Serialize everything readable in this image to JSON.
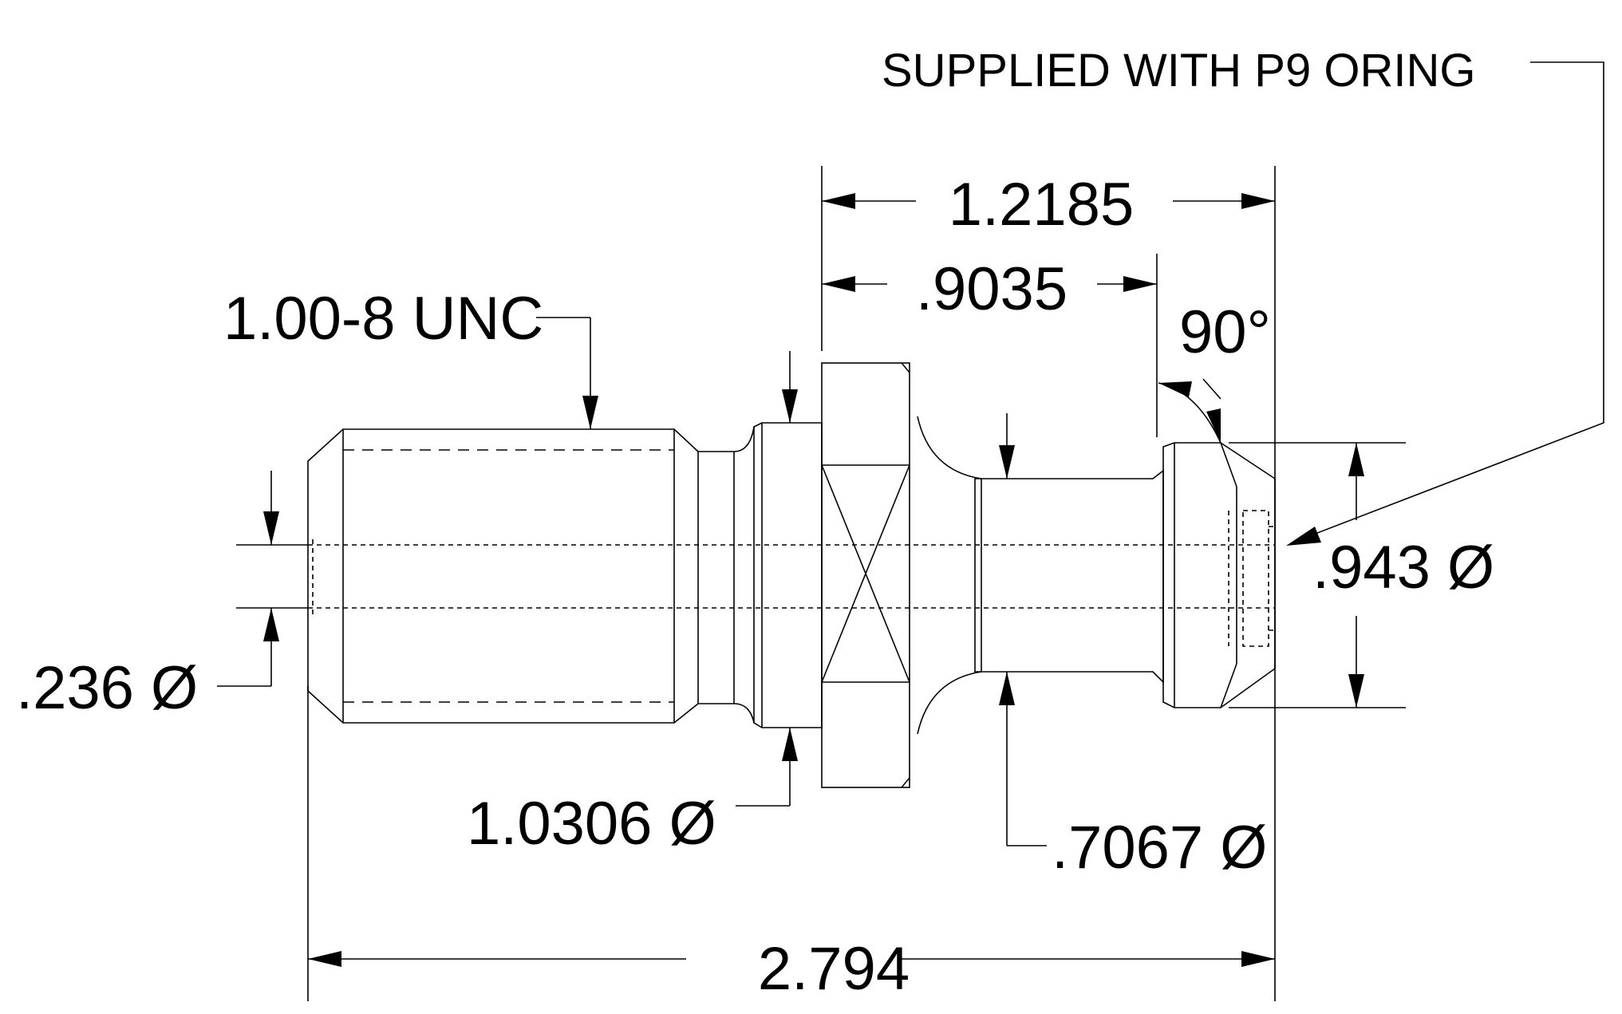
{
  "colors": {
    "line": "#000000",
    "dim_9035": "#1a1adf",
    "dim_angle": "#1a9a1a",
    "dim_943": "#e81c1c"
  },
  "labels": {
    "note_oring": "SUPPLIED WITH P9 ORING",
    "thread": "1.00-8 UNC",
    "dim_overall": "2.794",
    "dim_12185": "1.2185",
    "dim_9035": ".9035",
    "dim_angle": "90°",
    "dim_943": ".943 Ø",
    "dim_236": ".236 Ø",
    "dim_10306": "1.0306 Ø",
    "dim_7067": ".7067 Ø"
  }
}
